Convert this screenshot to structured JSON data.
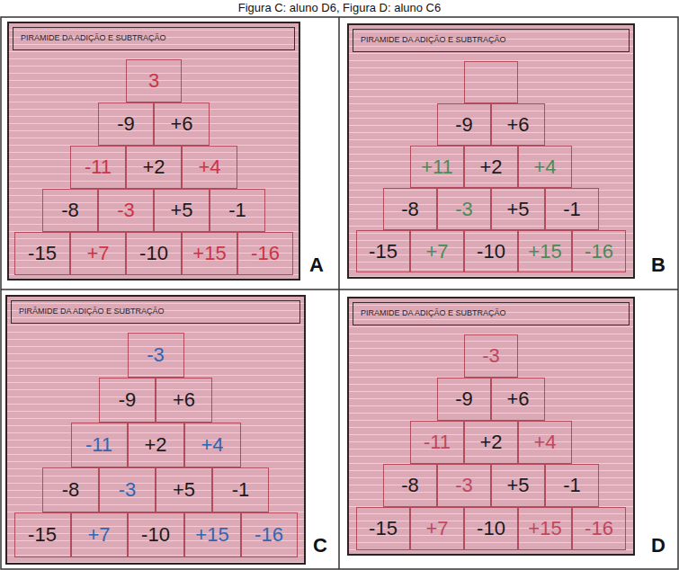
{
  "diagram": {
    "title": "Figura C: aluno D6, Figura D: aluno C6",
    "nodes": [
      {
        "text": [
          "PIRAMIDE DA ADIÇÃO E SUBTRAÇÃO"
        ]
      },
      {
        "text": [
          "3"
        ],
        "in": 0
      },
      {
        "text": [
          "-9"
        ],
        "in": 0
      },
      {
        "text": [
          "+6"
        ],
        "in": 0
      },
      {
        "text": [
          "-11"
        ],
        "in": 0
      },
      {
        "text": [
          "+2"
        ],
        "in": 0
      },
      {
        "text": [
          "+4"
        ],
        "in": 0
      },
      {
        "text": [
          "-8"
        ],
        "in": 0
      },
      {
        "text": [
          "-3"
        ],
        "in": 0
      },
      {
        "text": [
          "+5"
        ],
        "in": 0
      },
      {
        "text": [
          "-1"
        ],
        "in": 0
      },
      {
        "text": [
          "-15"
        ],
        "in": 0
      },
      {
        "text": [
          "+7"
        ],
        "in": 0
      },
      {
        "text": [
          "-10"
        ],
        "in": 0
      },
      {
        "text": [
          "+15"
        ],
        "in": 0
      },
      {
        "text": [
          "-16"
        ],
        "in": 0
      },
      {
        "text": [
          "PIRAMIDE DA ADIÇÃO E SUBTRAÇÃO"
        ]
      },
      {
        "text": [
          "-9"
        ],
        "in": 16
      },
      {
        "text": [
          "+6"
        ],
        "in": 16
      },
      {
        "text": [
          "+11"
        ],
        "in": 16
      },
      {
        "text": [
          "+2"
        ],
        "in": 16
      },
      {
        "text": [
          "+4"
        ],
        "in": 16
      },
      {
        "text": [
          "-8"
        ],
        "in": 16
      },
      {
        "text": [
          "-3"
        ],
        "in": 16
      },
      {
        "text": [
          "+5"
        ],
        "in": 16
      },
      {
        "text": [
          "-1"
        ],
        "in": 16
      },
      {
        "text": [
          "-15"
        ],
        "in": 16
      },
      {
        "text": [
          "+7"
        ],
        "in": 16
      },
      {
        "text": [
          "-10"
        ],
        "in": 16
      },
      {
        "text": [
          "+15"
        ],
        "in": 16
      },
      {
        "text": [
          "-16"
        ],
        "in": 16
      },
      {
        "text": [
          "PIRÂMIDE DA ADIÇÃO E SUBTRAÇÃO"
        ]
      },
      {
        "text": [
          "-3"
        ],
        "in": 31
      },
      {
        "text": [
          "-9"
        ],
        "in": 31
      },
      {
        "text": [
          "+6"
        ],
        "in": 31
      },
      {
        "text": [
          "-11"
        ],
        "in": 31
      },
      {
        "text": [
          "+2"
        ],
        "in": 31
      },
      {
        "text": [
          "+4"
        ],
        "in": 31
      },
      {
        "text": [
          "-8"
        ],
        "in": 31
      },
      {
        "text": [
          "-3"
        ],
        "in": 31
      },
      {
        "text": [
          "+5"
        ],
        "in": 31
      },
      {
        "text": [
          "-1"
        ],
        "in": 31
      },
      {
        "text": [
          "-15"
        ],
        "in": 31
      },
      {
        "text": [
          "+7"
        ],
        "in": 31
      },
      {
        "text": [
          "-10"
        ],
        "in": 31
      },
      {
        "text": [
          "+15"
        ],
        "in": 31
      },
      {
        "text": [
          "-16"
        ],
        "in": 31
      },
      {
        "text": [
          "PIRAMIDE DA ADIÇÃO E SUBTRAÇÃO"
        ]
      },
      {
        "text": [
          "-3"
        ],
        "in": 47
      },
      {
        "text": [
          "-9"
        ],
        "in": 47
      },
      {
        "text": [
          "+6"
        ],
        "in": 47
      },
      {
        "text": [
          "-11"
        ],
        "in": 47
      },
      {
        "text": [
          "+2"
        ],
        "in": 47
      },
      {
        "text": [
          "+4"
        ],
        "in": 47
      },
      {
        "text": [
          "-8"
        ],
        "in": 47
      },
      {
        "text": [
          "-3"
        ],
        "in": 47
      },
      {
        "text": [
          "+5"
        ],
        "in": 47
      },
      {
        "text": [
          "-1"
        ],
        "in": 47
      },
      {
        "text": [
          "-15"
        ],
        "in": 47
      },
      {
        "text": [
          "+7"
        ],
        "in": 47
      },
      {
        "text": [
          "-10"
        ],
        "in": 47
      },
      {
        "text": [
          "+15"
        ],
        "in": 47
      },
      {
        "text": [
          "-16"
        ],
        "in": 47
      }
    ],
    "labels": [
      "A",
      "B",
      "C",
      "D"
    ]
  }
}
